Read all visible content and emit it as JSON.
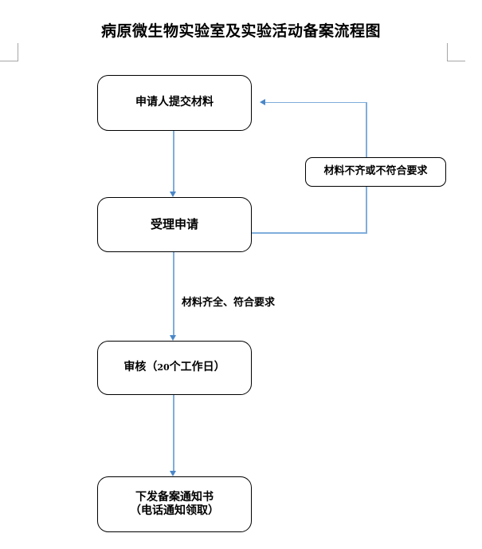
{
  "document": {
    "title": "病原微生物实验室及实验活动备案流程图"
  },
  "flowchart": {
    "type": "process-flow",
    "orientation": "vertical",
    "accent_color": "#7FADDC",
    "arrowhead_color": "#4A87C8",
    "node_border_color": "#000000",
    "background_color": "#FFFFFF",
    "nodes": [
      {
        "id": "submit",
        "label": "申请人提交材料",
        "shape": "rounded-rectangle"
      },
      {
        "id": "accept",
        "label": "受理申请",
        "shape": "rounded-rectangle"
      },
      {
        "id": "reject",
        "label": "材料不齐或不符合要求",
        "shape": "rounded-rectangle"
      },
      {
        "id": "review",
        "label_prefix": "审核（",
        "label_number": "20",
        "label_suffix": "个工作日）",
        "shape": "rounded-rectangle"
      },
      {
        "id": "issue",
        "label_line1": "下发备案通知书",
        "label_line2": "（电话通知领取）",
        "shape": "rounded-rectangle"
      }
    ],
    "edges": [
      {
        "from": "submit",
        "to": "accept",
        "label": ""
      },
      {
        "from": "accept",
        "to": "reject",
        "label": ""
      },
      {
        "from": "reject",
        "to": "submit",
        "label": ""
      },
      {
        "from": "accept",
        "to": "review",
        "label": "材料齐全、符合要求"
      },
      {
        "from": "review",
        "to": "issue",
        "label": ""
      }
    ]
  },
  "page_marks": {
    "top_left_corner": "crop-mark",
    "top_right_corner": "crop-mark"
  }
}
